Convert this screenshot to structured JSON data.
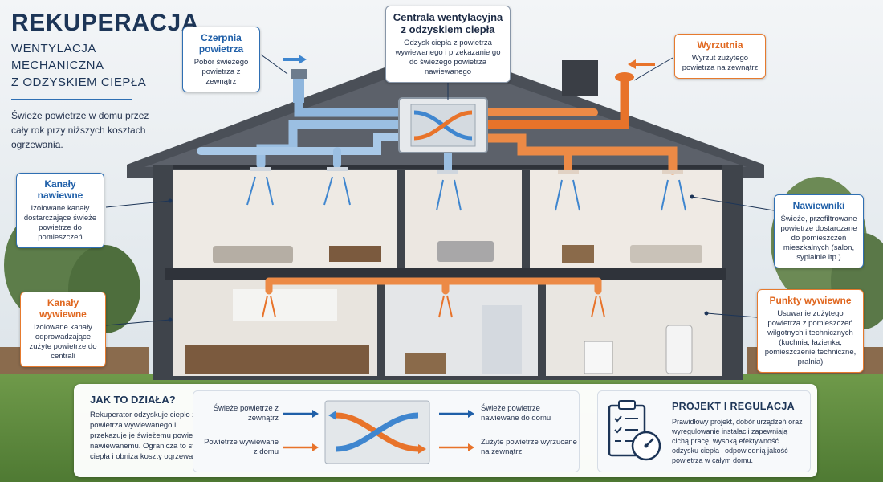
{
  "header": {
    "title": "REKUPERACJA",
    "subtitle_line1": "WENTYLACJA MECHANICZNA",
    "subtitle_line2": "Z ODZYSKIEM CIEPŁA",
    "intro": "Świeże powietrze w domu przez cały rok przy niższych kosztach ogrzewania."
  },
  "callouts": {
    "czerpnia": {
      "title": "Czerpnia powietrza",
      "text": "Pobór świeżego powietrza z zewnątrz"
    },
    "centrala": {
      "title": "Centrala wentylacyjna z odzyskiem ciepła",
      "text": "Odzysk ciepła z powietrza wywiewanego i przekazanie go do świeżego powietrza nawiewanego"
    },
    "wyrzutnia": {
      "title": "Wyrzutnia",
      "text": "Wyrzut zużytego powietrza na zewnątrz"
    },
    "kanaly_nawiewne": {
      "title": "Kanały nawiewne",
      "text": "Izolowane kanały dostarczające świeże powietrze do pomieszczeń"
    },
    "nawiewniki": {
      "title": "Nawiewniki",
      "text": "Świeże, przefiltrowane powietrze dostarczane do pomieszczeń mieszkalnych (salon, sypialnie itp.)"
    },
    "kanaly_wywiewne": {
      "title": "Kanały wywiewne",
      "text": "Izolowane kanały odprowadzające zużyte powietrze do centrali"
    },
    "punkty_wywiewne": {
      "title": "Punkty wywiewne",
      "text": "Usuwanie zużytego powietrza z pomieszczeń wilgotnych i technicznych (kuchnia, łazienka, pomieszczenie techniczne, pralnia)"
    }
  },
  "how_it_works": {
    "title": "JAK TO DZIAŁA?",
    "text": "Rekuperator odzyskuje ciepło z powietrza wywiewanego i przekazuje je świeżemu powietrzu nawiewanemu. Ogranicza to straty ciepła i obniża koszty ogrzewania.",
    "fresh_in": "Świeże powietrze z zewnątrz",
    "fresh_out": "Świeże powietrze nawiewane do domu",
    "exhaust_in": "Powietrze wywiewane z domu",
    "exhaust_out": "Zużyte powietrze wyrzucane na zewnątrz"
  },
  "project": {
    "title": "PROJEKT I REGULACJA",
    "text": "Prawidłowy projekt, dobór urządzeń oraz wyregulowanie instalacji zapewniają cichą pracę, wysoką efektywność odzysku ciepła i odpowiednią jakość powietrza w całym domu."
  },
  "colors": {
    "fresh": "#3f86cf",
    "exhaust": "#e8732a",
    "navy": "#1d3557"
  }
}
